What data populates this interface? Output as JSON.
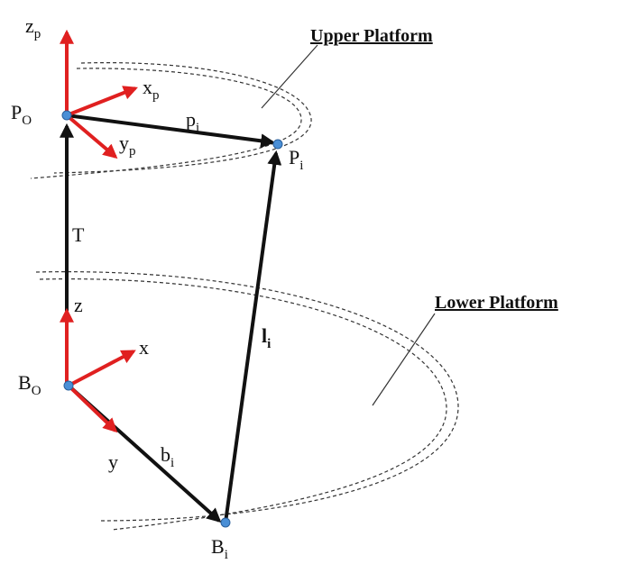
{
  "titles": {
    "upper": "Upper Platform",
    "lower": "Lower Platform"
  },
  "labels": {
    "zp": {
      "main": "z",
      "sub": "p"
    },
    "xp": {
      "main": "x",
      "sub": "p"
    },
    "yp": {
      "main": "y",
      "sub": "p"
    },
    "Po": {
      "main": "P",
      "sub": "O"
    },
    "pi": {
      "main": "p",
      "sub": "i"
    },
    "Pi": {
      "main": "P",
      "sub": "i"
    },
    "T": {
      "main": "T"
    },
    "z": {
      "main": "z"
    },
    "x": {
      "main": "x"
    },
    "y": {
      "main": "y"
    },
    "Bo": {
      "main": "B",
      "sub": "O"
    },
    "bi": {
      "main": "b",
      "sub": "i"
    },
    "li": {
      "main": "l",
      "sub": "i"
    },
    "Bi": {
      "main": "B",
      "sub": "i"
    }
  },
  "colors": {
    "black_vector": "#111111",
    "red_axis": "#e02020",
    "joint": "#4a8fd6"
  }
}
